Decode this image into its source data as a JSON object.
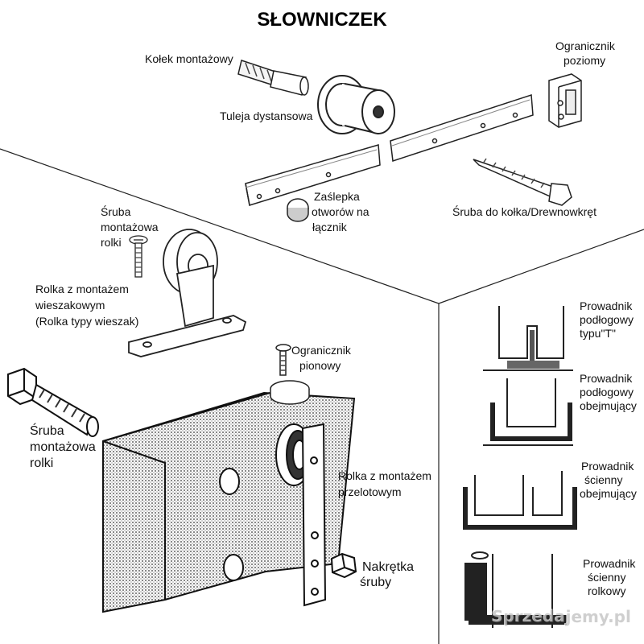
{
  "title": "SŁOWNICZEK",
  "labels": {
    "kolek": "Kołek montażowy",
    "tuleja": "Tuleja dystansowa",
    "ogr_poziomy_1": "Ogranicznik",
    "ogr_poziomy_2": "poziomy",
    "zaslepka_1": "Zaślepka",
    "zaslepka_2": "otworów na",
    "zaslepka_3": "łącznik",
    "sruba_kolka": "Śruba do kołka/Drewnowkręt",
    "sruba_rolki_1": "Śruba",
    "sruba_rolki_2": "montażowa",
    "sruba_rolki_3": "rolki",
    "rolka_wiesz_1": "Rolka z montażem",
    "rolka_wiesz_2": "wieszakowym",
    "rolka_wiesz_3": "(Rolka typy wieszak)",
    "ogr_pionowy_1": "Ogranicznik",
    "ogr_pionowy_2": "pionowy",
    "sruba_big_1": "Śruba",
    "sruba_big_2": "montażowa",
    "sruba_big_3": "rolki",
    "rolka_przel_1": "Rolka z montażem",
    "rolka_przel_2": "przelotowym",
    "nakretka_1": "Nakrętka",
    "nakretka_2": "śruby",
    "prow_t_1": "Prowadnik",
    "prow_t_2": "podłogowy",
    "prow_t_3": "typu\"T\"",
    "prow_obj_1": "Prowadnik",
    "prow_obj_2": "podłogowy",
    "prow_obj_3": "obejmujący",
    "prow_scien_1": "Prowadnik",
    "prow_scien_2": "ścienny",
    "prow_scien_3": "obejmujący",
    "prow_rolk_1": "Prowadnik",
    "prow_rolk_2": "ścienny",
    "prow_rolk_3": "rolkowy"
  },
  "watermark": "Sprzedajemy.pl"
}
